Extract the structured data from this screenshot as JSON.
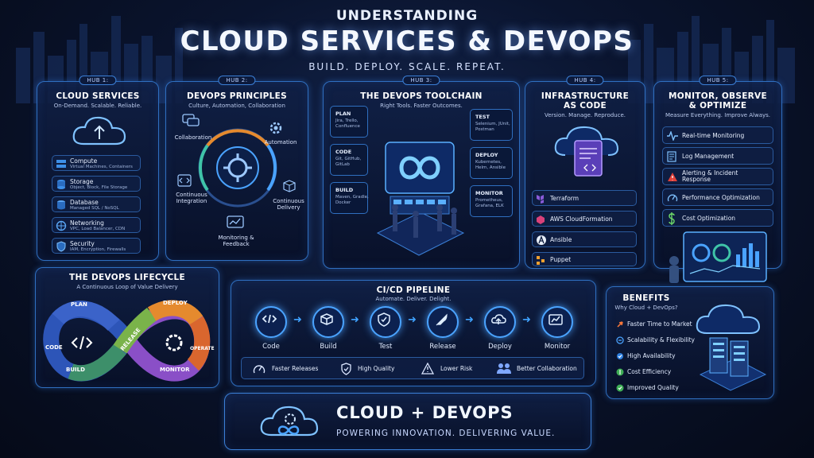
{
  "header": {
    "kicker": "UNDERSTANDING",
    "title": "CLOUD SERVICES & DEVOPS",
    "tagline": "BUILD. DEPLOY. SCALE. REPEAT."
  },
  "hub1": {
    "tag": "HUB 1:",
    "title": "CLOUD SERVICES",
    "subtitle": "On-Demand. Scalable. Reliable.",
    "items": [
      {
        "label": "Compute",
        "sub": "Virtual Machines, Containers"
      },
      {
        "label": "Storage",
        "sub": "Object, Block, File Storage"
      },
      {
        "label": "Database",
        "sub": "Managed SQL / NoSQL"
      },
      {
        "label": "Networking",
        "sub": "VPC, Load Balancer, CDN"
      },
      {
        "label": "Security",
        "sub": "IAM, Encryption, Firewalls"
      }
    ]
  },
  "hub2": {
    "tag": "HUB 2:",
    "title": "DEVOPS PRINCIPLES",
    "subtitle": "Culture, Automation, Collaboration",
    "principles": [
      "Collaboration",
      "Automation",
      "Continuous\nIntegration",
      "Continuous\nDelivery",
      "Monitoring &\nFeedback"
    ]
  },
  "hub3": {
    "tag": "HUB 3:",
    "title": "THE DEVOPS TOOLCHAIN",
    "subtitle": "Right Tools. Faster Outcomes.",
    "cards": [
      {
        "head": "PLAN",
        "tools": "Jira, Trello, Confluence"
      },
      {
        "head": "CODE",
        "tools": "Git, GitHub, GitLab"
      },
      {
        "head": "BUILD",
        "tools": "Maven, Gradle, Docker"
      },
      {
        "head": "TEST",
        "tools": "Selenium, JUnit, Postman"
      },
      {
        "head": "DEPLOY",
        "tools": "Kubernetes, Helm, Ansible"
      },
      {
        "head": "MONITOR",
        "tools": "Prometheus, Grafana, ELK"
      }
    ]
  },
  "hub4": {
    "tag": "HUB 4:",
    "title": "INFRASTRUCTURE\nAS CODE",
    "subtitle": "Version. Manage. Reproduce.",
    "tools": [
      "Terraform",
      "AWS CloudFormation",
      "Ansible",
      "Puppet"
    ]
  },
  "hub5": {
    "tag": "HUB 5:",
    "title": "MONITOR, OBSERVE\n& OPTIMIZE",
    "subtitle": "Measure Everything. Improve Always.",
    "items": [
      "Real-time Monitoring",
      "Log Management",
      "Alerting & Incident\nResponse",
      "Performance Optimization",
      "Cost Optimization"
    ]
  },
  "lifecycle": {
    "title": "THE DEVOPS LIFECYCLE",
    "subtitle": "A Continuous Loop of Value Delivery",
    "stages": [
      "PLAN",
      "CODE",
      "BUILD",
      "RELEASE",
      "DEPLOY",
      "OPERATE",
      "MONITOR"
    ]
  },
  "pipeline": {
    "title": "CI/CD PIPELINE",
    "subtitle": "Automate. Deliver. Delight.",
    "stages": [
      "Code",
      "Build",
      "Test",
      "Release",
      "Deploy",
      "Monitor"
    ],
    "outcomes": [
      "Faster Releases",
      "High Quality",
      "Lower Risk",
      "Better Collaboration"
    ]
  },
  "benefits": {
    "title": "BENEFITS",
    "subtitle": "Why Cloud + DevOps?",
    "items": [
      "Faster Time to Market",
      "Scalability & Flexibility",
      "High Availability",
      "Cost Efficiency",
      "Improved Quality"
    ]
  },
  "footer": {
    "title": "CLOUD + DEVOPS",
    "tagline": "POWERING INNOVATION. DELIVERING VALUE."
  },
  "colors": {
    "accent": "#4aa3ff",
    "panel_border": "#2f6fc0",
    "background": "#060b1a",
    "plan": "#3b63c9",
    "code": "#2d55b8",
    "build": "#3d8f6a",
    "release": "#7ab34a",
    "deploy": "#e58a2e",
    "operate": "#d9662e",
    "monitor": "#8a4fc7"
  }
}
